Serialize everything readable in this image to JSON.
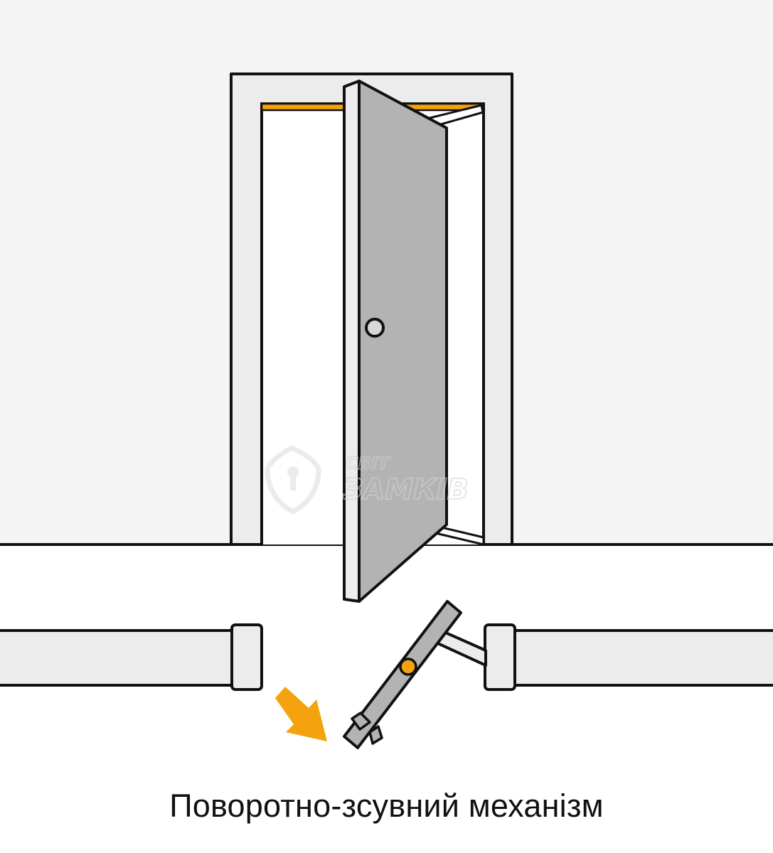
{
  "caption": "Поворотно-зсувний механізм",
  "watermark": {
    "line1": "СВІТ",
    "line2": "ЗАМКІВ"
  },
  "colors": {
    "wall": "#f4f4f4",
    "frame": "#ececec",
    "door": "#b3b3b3",
    "accent": "#f5a20f",
    "outline": "#111111",
    "opening": "#ffffff"
  },
  "icons": {
    "arrow": "arrow-down-right-icon",
    "hinge": "swing-slide-hinge-icon",
    "handle": "door-knob-icon",
    "logo": "lock-shield-icon"
  }
}
